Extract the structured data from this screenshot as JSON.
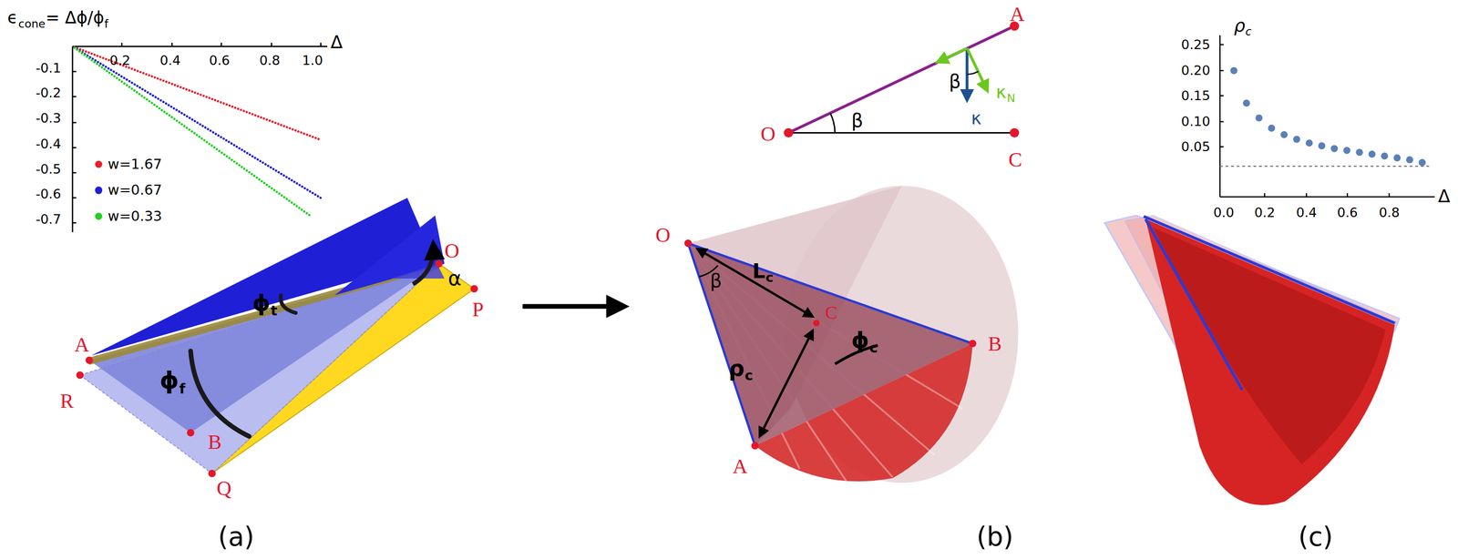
{
  "diagram": {
    "labels": [
      "ϵ",
      "cone",
      "= Δϕ/ϕ",
      "f",
      "Δ",
      "0.2",
      "0.4",
      "0.6",
      "0.8",
      "1.0",
      "-0.1",
      "-0.2",
      "-0.3",
      "-0.4",
      "-0.5",
      "-0.6",
      "-0.7",
      "A",
      "R",
      "B",
      "Q",
      "O",
      "P",
      "ϕ",
      "f",
      "ϕ",
      "t",
      "α",
      "(a)",
      "A",
      "O",
      "C",
      "β",
      "β",
      "κ",
      "N",
      "κ",
      "O",
      "β",
      "L",
      "c",
      "C",
      "ρ",
      "c",
      "ϕ",
      "c",
      "B",
      "A",
      "(b)",
      "ρ",
      "c",
      "0.25",
      "0.20",
      "0.15",
      "0.10",
      "0.05",
      "0.0",
      "0.2",
      "0.4",
      "0.6",
      "0.8",
      "Δ",
      "(c)"
    ],
    "legend": [
      {
        "text": "w=1.67",
        "color": "#e8202a"
      },
      {
        "text": "w=0.67",
        "color": "#1f1fd8"
      },
      {
        "text": "w=0.33",
        "color": "#22d022"
      }
    ]
  }
}
